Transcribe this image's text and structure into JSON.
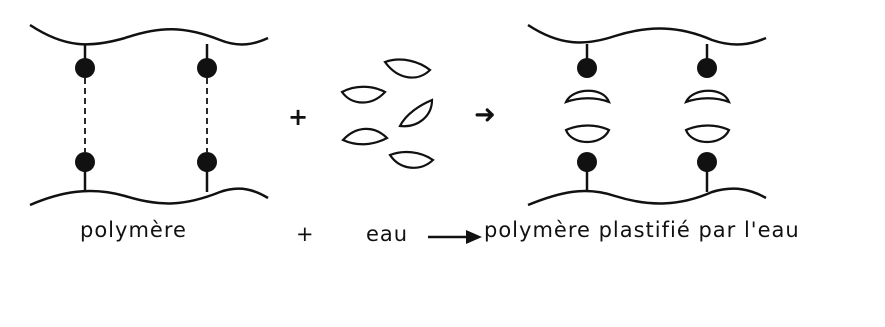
{
  "labels": {
    "polymer": "polymère",
    "plus": "+",
    "water": "eau",
    "result": "polymère plastifié par l'eau"
  },
  "symbols": {
    "plus": "+",
    "arrow": "➜"
  },
  "colors": {
    "ink": "#111111",
    "background": "#ffffff"
  }
}
